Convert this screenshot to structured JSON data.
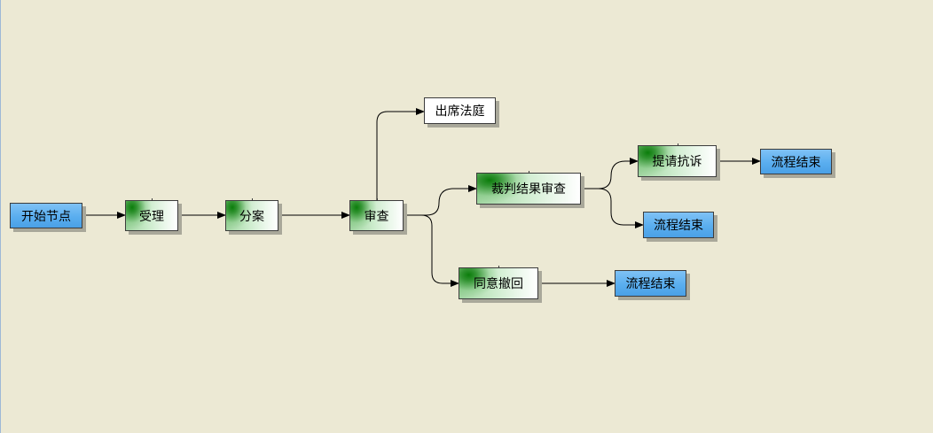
{
  "nodes": {
    "start": "开始节点",
    "accept": "受理",
    "assign": "分案",
    "review": "审查",
    "attend_court": "出席法庭",
    "judgment_review": "裁判结果审查",
    "appeal": "提请抗诉",
    "end_appeal": "流程结束",
    "end_judgment": "流程结束",
    "withdraw": "同意撤回",
    "end_withdraw": "流程结束"
  }
}
